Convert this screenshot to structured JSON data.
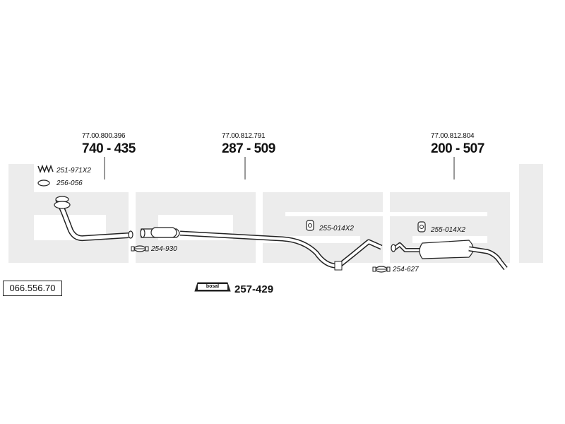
{
  "watermark": {
    "text": "bosal"
  },
  "reference": {
    "number": "066.556.70"
  },
  "assemblies": [
    {
      "oe_number": "77.00.800.396",
      "part_number": "740 - 435"
    },
    {
      "oe_number": "77.00.812.791",
      "part_number": "287 - 509"
    },
    {
      "oe_number": "77.00.812.804",
      "part_number": "200 - 507"
    }
  ],
  "fittings": [
    {
      "code": "251-971X2"
    },
    {
      "code": "256-056"
    },
    {
      "code": "254-930"
    },
    {
      "code": "255-014X2"
    },
    {
      "code": "254-627"
    },
    {
      "code": "255-014X2"
    }
  ],
  "kit": {
    "badge": "bosal",
    "part_number": "257-429"
  }
}
